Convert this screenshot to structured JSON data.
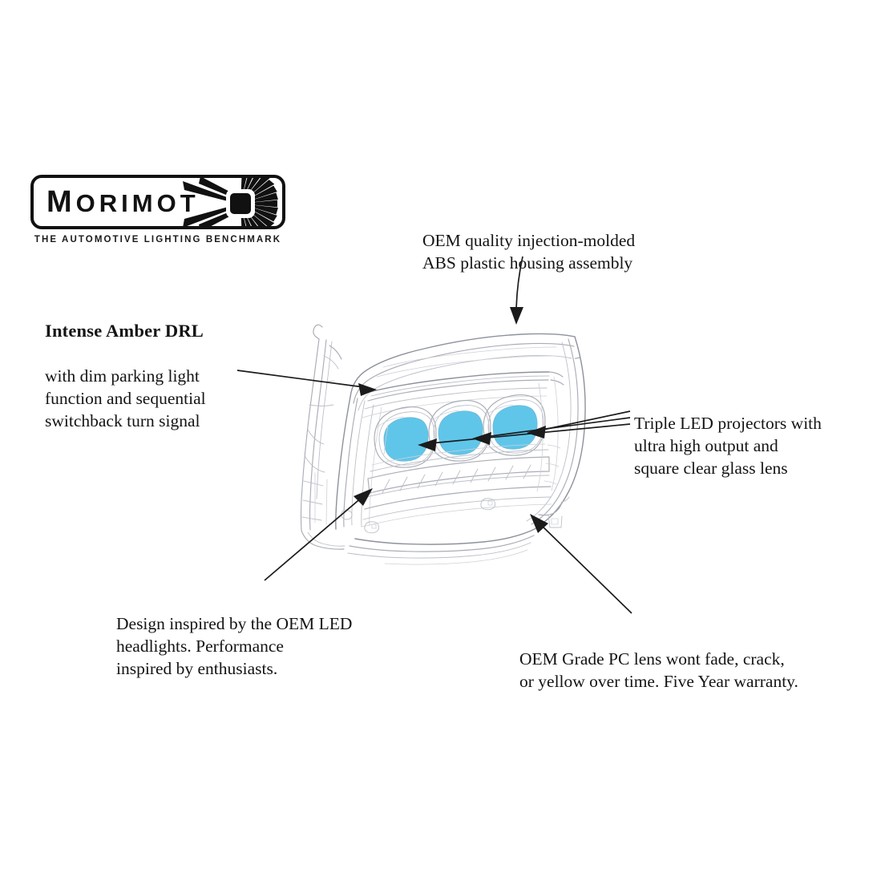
{
  "brand": {
    "wordmark_cap": "M",
    "wordmark_rest": "ORIMOT",
    "wordmark_full": "MORIMOTO",
    "tagline": "THE AUTOMOTIVE LIGHTING BENCHMARK",
    "logo_color": "#111111"
  },
  "product": {
    "type": "headlight-assembly-line-art",
    "lens_color": "#5fc6ea",
    "line_color": "#a9adb6",
    "projector_count": 3
  },
  "callouts": [
    {
      "id": "housing",
      "lead": "",
      "text": "OEM quality injection-molded\nABS plastic housing assembly"
    },
    {
      "id": "drl",
      "lead": "Intense Amber DRL",
      "text": "with dim parking light\nfunction and sequential\nswitchback turn signal"
    },
    {
      "id": "projector",
      "lead": "",
      "text": "Triple LED projectors with\nultra high output and\nsquare clear glass lens"
    },
    {
      "id": "design",
      "lead": "",
      "text": "Design inspired by the OEM LED\nheadlights. Performance\ninspired by enthusiasts."
    },
    {
      "id": "lens",
      "lead": "",
      "text": "OEM Grade PC lens wont fade, crack,\nor yellow over time. Five Year warranty."
    }
  ]
}
